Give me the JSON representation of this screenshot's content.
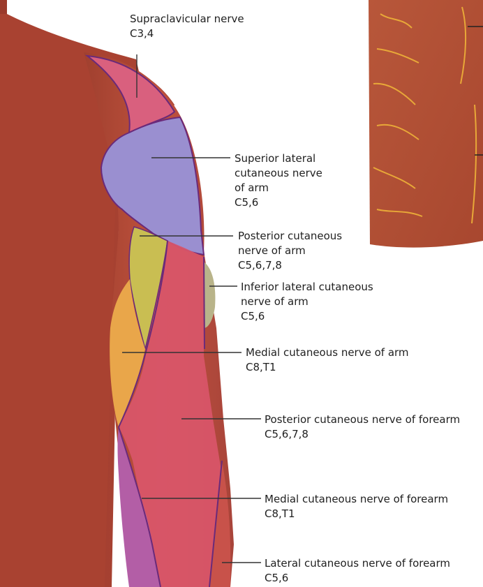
{
  "labels": [
    {
      "lines": [
        "Supraclavicular nerve",
        "C3,4"
      ]
    },
    {
      "lines": [
        "Superior lateral",
        "cutaneous nerve",
        "of arm",
        "C5,6"
      ]
    },
    {
      "lines": [
        "Posterior cutaneous",
        "nerve of arm",
        "C5,6,7,8"
      ]
    },
    {
      "lines": [
        "Inferior lateral cutaneous",
        "nerve of arm",
        "C5,6"
      ]
    },
    {
      "lines": [
        "Medial cutaneous nerve of arm",
        "C8,T1"
      ]
    },
    {
      "lines": [
        "Posterior cutaneous nerve of forearm",
        "C5,6,7,8"
      ]
    },
    {
      "lines": [
        "Medial cutaneous nerve of forearm",
        "C8,T1"
      ]
    },
    {
      "lines": [
        "Lateral cutaneous nerve of forearm",
        "C5,6"
      ]
    }
  ],
  "colors": {
    "skin": "#b84a3a",
    "skin_dark": "#8e3427",
    "supraclavicular": "#d9607e",
    "superior_lateral": "#9a8fd0",
    "posterior_arm": "#c9be52",
    "inferior_lateral": "#b9b48a",
    "medial_arm": "#e9a64a",
    "posterior_forearm": "#d9566a",
    "medial_forearm": "#b35ea6",
    "boundary": "#6a2a7a",
    "leader": "#333333"
  }
}
